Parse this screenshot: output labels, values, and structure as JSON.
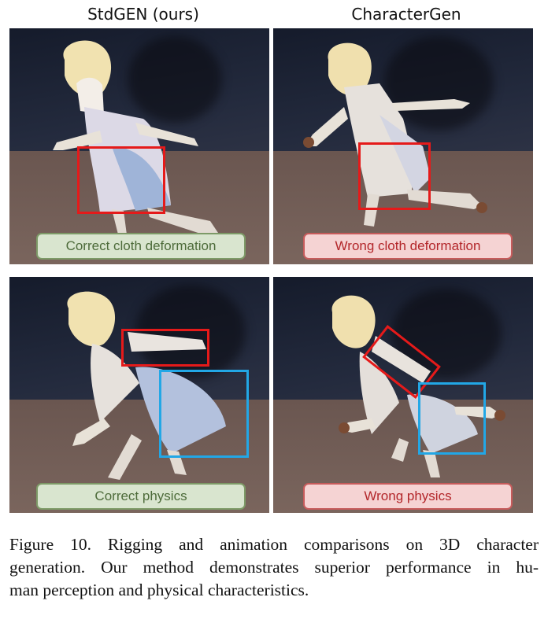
{
  "columns": {
    "left": "StdGEN (ours)",
    "right": "CharacterGen"
  },
  "rows": [
    {
      "left_label": "Correct cloth deformation",
      "right_label": "Wrong cloth deformation"
    },
    {
      "left_label": "Correct physics",
      "right_label": "Wrong physics"
    }
  ],
  "colors": {
    "highlight_red": "#e51a1a",
    "highlight_blue": "#22a7e6",
    "good_bg": "#d9e5cf",
    "good_text": "#4d6b3a",
    "bad_bg": "#f5d3d3",
    "bad_text": "#b3262a"
  },
  "caption": {
    "line1": "Figure 10.  Rigging and animation comparisons on 3D character",
    "line2": "generation. Our method demonstrates superior performance in hu-",
    "line3": "man perception and physical characteristics."
  }
}
